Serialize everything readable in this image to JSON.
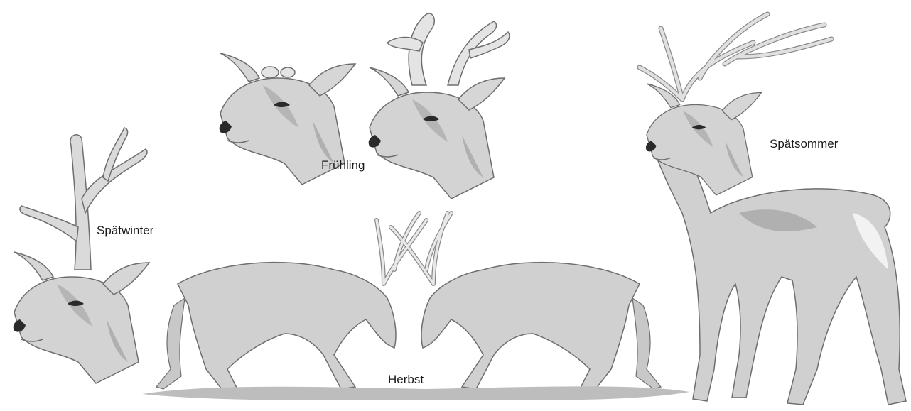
{
  "labels": {
    "late_winter": "Spätwinter",
    "spring": "Frühling",
    "late_summer": "Spätsommer",
    "autumn": "Herbst"
  },
  "colors": {
    "body": "#cfcfcf",
    "shade": "#a9a9a9",
    "light": "#e8e8e8",
    "antler": "#dadada",
    "velvet": "#e4e4e4",
    "outline": "#6e6e6e",
    "ground": "#bdbdbd",
    "dark": "#2a2a2a"
  }
}
